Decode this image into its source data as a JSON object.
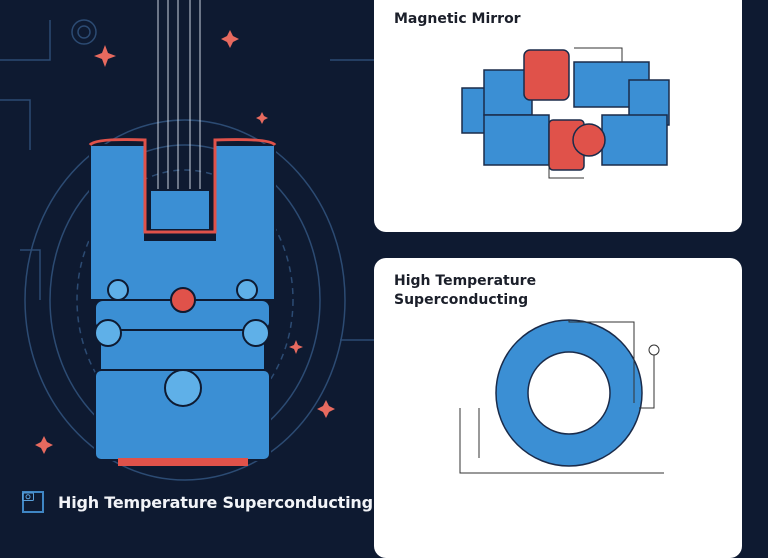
{
  "left_panel": {
    "caption": "High Temperature Superconducting",
    "caption_icon": "camera-icon"
  },
  "cards": [
    {
      "title": "Magnetic Mirror"
    },
    {
      "title": "High Temperature Superconducting"
    }
  ],
  "colors": {
    "background": "#0e1a31",
    "accent_blue": "#3b8fd4",
    "accent_red": "#e0524a",
    "card": "#ffffff"
  }
}
